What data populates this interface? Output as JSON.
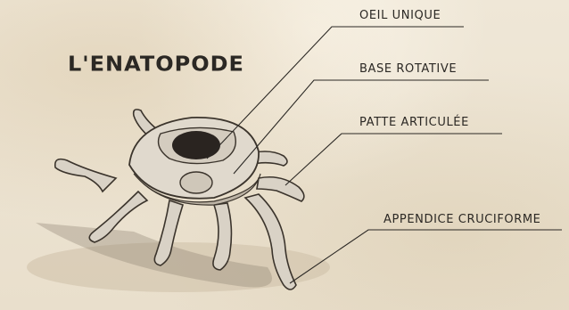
{
  "title": "L'ENATOPODE",
  "labels": {
    "oeil": "OEIL UNIQUE",
    "base": "BASE ROTATIVE",
    "patte": "PATTE ARTICULÉE",
    "appendice": "APPENDICE CRUCIFORME"
  },
  "colors": {
    "paper": "#ece3d2",
    "ink": "#2b2824"
  }
}
